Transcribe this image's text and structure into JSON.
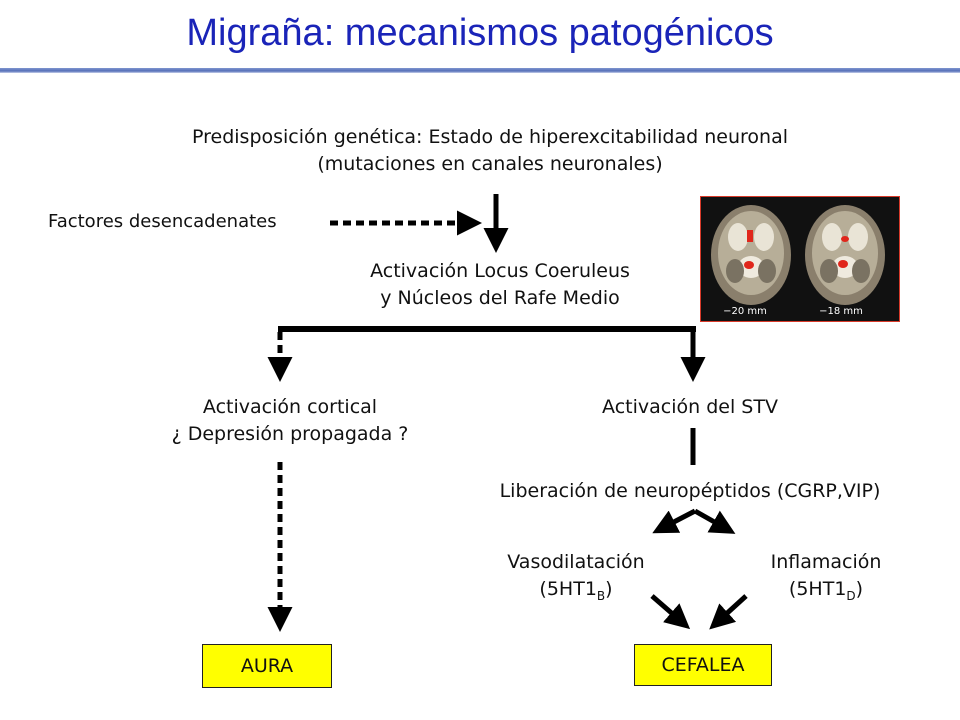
{
  "title": "Migraña: mecanismos patogénicos",
  "predisposition": {
    "line1": "Predisposición genética: Estado de hiperexcitabilidad neuronal",
    "line2": "(mutaciones en canales neuronales)"
  },
  "triggers": "Factores desencadenates",
  "locus": {
    "line1": "Activación Locus Coeruleus",
    "line2": "y Núcleos del Rafe Medio"
  },
  "cortical": {
    "line1": "Activación cortical",
    "line2": "¿ Depresión propagada ?"
  },
  "stv": "Activación del STV",
  "neuropeptides": "Liberación de neuropéptidos (CGRP,VIP)",
  "vasodilation": {
    "label": "Vasodilatación",
    "receptor_prefix": "(5HT1",
    "receptor_sub": "B",
    "receptor_suffix": ")"
  },
  "inflammation": {
    "label": "Inflamación",
    "receptor_prefix": "(5HT1",
    "receptor_sub": "D",
    "receptor_suffix": ")"
  },
  "aura": "AURA",
  "headache": "CEFALEA",
  "brain_scan": {
    "left_caption": "−20 mm",
    "right_caption": "−18 mm"
  },
  "colors": {
    "title": "#1a24b8",
    "box_fill": "#ffff00",
    "highlight": "#e0261b"
  }
}
